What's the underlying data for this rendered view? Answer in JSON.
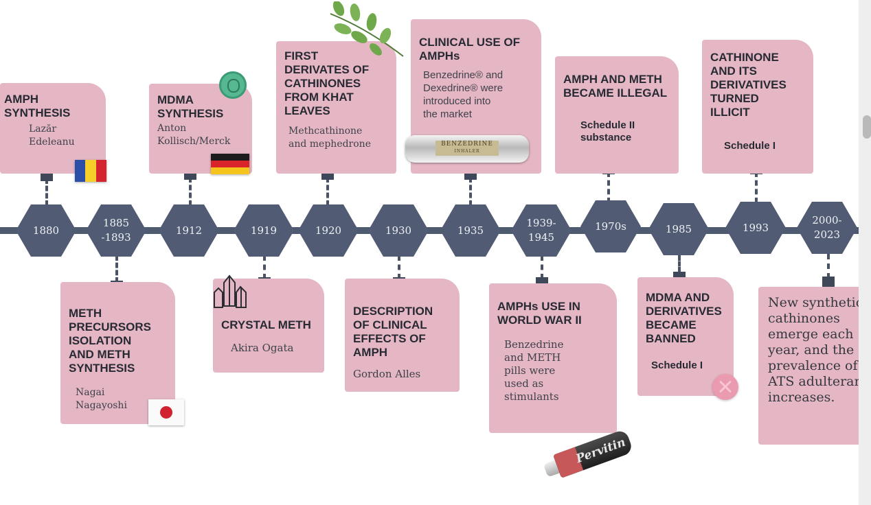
{
  "colors": {
    "card_pink": "#e5b7c4",
    "hexagon": "#515c74",
    "axis": "#4e5a70",
    "connector": "#4a5366",
    "text_dark": "#272a33"
  },
  "years": [
    {
      "label": "1880"
    },
    {
      "label": "1885\n-1893"
    },
    {
      "label": "1912"
    },
    {
      "label": "1919"
    },
    {
      "label": "1920"
    },
    {
      "label": "1930"
    },
    {
      "label": "1935"
    },
    {
      "label": "1939-\n1945"
    },
    {
      "label": "1970s"
    },
    {
      "label": "1985"
    },
    {
      "label": "1993"
    },
    {
      "label": "2000-\n2023"
    }
  ],
  "top_events": [
    {
      "title": "AMPH\nSYNTHESIS",
      "subtitle": "Lazăr\nEdeleanu",
      "icon": "romania-flag-icon"
    },
    {
      "title": "MDMA\nSYNTHESIS",
      "subtitle": "Anton\nKollisch/Merck",
      "icon": "germany-flag-icon"
    },
    {
      "title": "FIRST\nDERIVATES OF\nCATHINONES\nFROM KHAT\nLEAVES",
      "subtitle": "Methcathinone\nand mephedrone",
      "icon": "khat-leaves-icon"
    },
    {
      "title": "CLINICAL USE OF\nAMPHs",
      "subtitle": "Benzedrine® and\nDexedrine® were\nintroduced into\nthe market",
      "icon": "benzedrine-inhaler-icon",
      "inhaler_label": "BENZEDRINE",
      "inhaler_sublabel": "INHALER"
    },
    {
      "title": "AMPH AND METH\nBECAME ILLEGAL",
      "schedule": "Schedule II\nsubstance"
    },
    {
      "title": "CATHINONE\nAND ITS\nDERIVATIVES\nTURNED\nILLICIT",
      "schedule": "Schedule I"
    }
  ],
  "bottom_events": [
    {
      "title": "METH\nPRECURSORS\nISOLATION\nAND METH\nSYNTHESIS",
      "subtitle": "Nagai\nNagayoshi",
      "icon": "japan-flag-icon"
    },
    {
      "title": "CRYSTAL METH",
      "subtitle": "Akira Ogata",
      "icon": "crystal-icon"
    },
    {
      "title": "DESCRIPTION\nOF CLINICAL\nEFFECTS OF\nAMPH",
      "subtitle": "Gordon Alles"
    },
    {
      "title": "AMPHs USE IN\nWORLD WAR II",
      "subtitle": "Benzedrine\nand METH\npills were\nused as\nstimulants",
      "icon": "pervitin-tube-icon",
      "tube_label": "Pervitin"
    },
    {
      "title": "MDMA AND\nDERIVATIVES\nBECAME\nBANNED",
      "schedule": "Schedule I",
      "icon": "pill-icon"
    },
    {
      "text": "New synthetic\ncathinones\nemerge each\nyear, and the\nprevalence of\nATS adulterants\nincreases."
    }
  ]
}
